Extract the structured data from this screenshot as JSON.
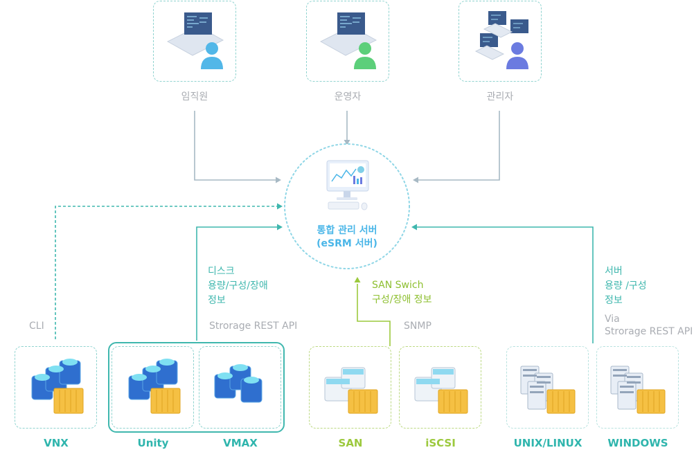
{
  "users": [
    {
      "label": "임직원",
      "icon": "employee-laptop-icon",
      "color": "#52b7e8"
    },
    {
      "label": "운영자",
      "icon": "operator-laptop-icon",
      "color": "#5ccf7a"
    },
    {
      "label": "관리자",
      "icon": "admin-workstation-icon",
      "color": "#6b7be0"
    }
  ],
  "center": {
    "line1": "통합 관리 서버",
    "line2": "(eSRM 서버)",
    "icon": "monitor-dashboard-icon"
  },
  "devices": [
    {
      "label": "VNX",
      "group": "teal",
      "icon": "storage-server-icon"
    },
    {
      "label": "Unity",
      "group": "teal",
      "icon": "storage-server-icon"
    },
    {
      "label": "VMAX",
      "group": "teal",
      "icon": "storage-server-icon"
    },
    {
      "label": "SAN",
      "group": "green",
      "icon": "san-switch-icon"
    },
    {
      "label": "iSCSI",
      "group": "green",
      "icon": "san-switch-icon"
    },
    {
      "label": "UNIX/LINUX",
      "group": "teal",
      "icon": "rack-server-icon"
    },
    {
      "label": "WINDOWS",
      "group": "teal",
      "icon": "rack-server-icon"
    }
  ],
  "notes": {
    "cli": "CLI",
    "disk": [
      "디스크",
      "용량/구성/장애",
      "정보"
    ],
    "storage_api": "Strorage REST API",
    "san_switch": [
      "SAN Swich",
      "구성/장애 정보"
    ],
    "snmp": "SNMP",
    "server": [
      "서버",
      "용량 /구성",
      "정보"
    ],
    "via": [
      "Via",
      "Strorage REST API"
    ]
  },
  "colors": {
    "teal": "#3fb7ae",
    "green": "#9cc93d",
    "gray": "#a7b9c4",
    "blue": "#4ab6e8"
  }
}
